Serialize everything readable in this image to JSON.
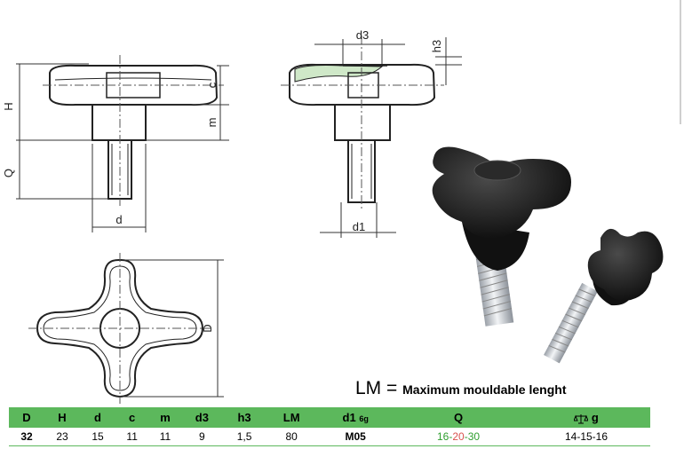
{
  "dimensions": {
    "H": "H",
    "Q": "Q",
    "d": "d",
    "c": "c",
    "m": "m",
    "d3": "d3",
    "h3": "h3",
    "d1": "d1",
    "D": "D"
  },
  "note": {
    "lm": "LM",
    "equals": " = ",
    "text": "Maximum mouldable lenght"
  },
  "table": {
    "headers": [
      "D",
      "H",
      "d",
      "c",
      "m",
      "d3",
      "h3",
      "LM",
      "d1",
      "Q",
      "g"
    ],
    "d1_sub": "6g",
    "weight_icon": "balance-scale-icon",
    "row": [
      "32",
      "23",
      "15",
      "11",
      "11",
      "9",
      "1,5",
      "80",
      "M05"
    ],
    "q_values": [
      "16",
      "20",
      "30"
    ],
    "weight": "14-15-16"
  },
  "colors": {
    "table_header": "#5cb85c",
    "knob_body": "#1a1a1a",
    "thread": "#c9ced6",
    "highlight": "#cfe8c8"
  }
}
